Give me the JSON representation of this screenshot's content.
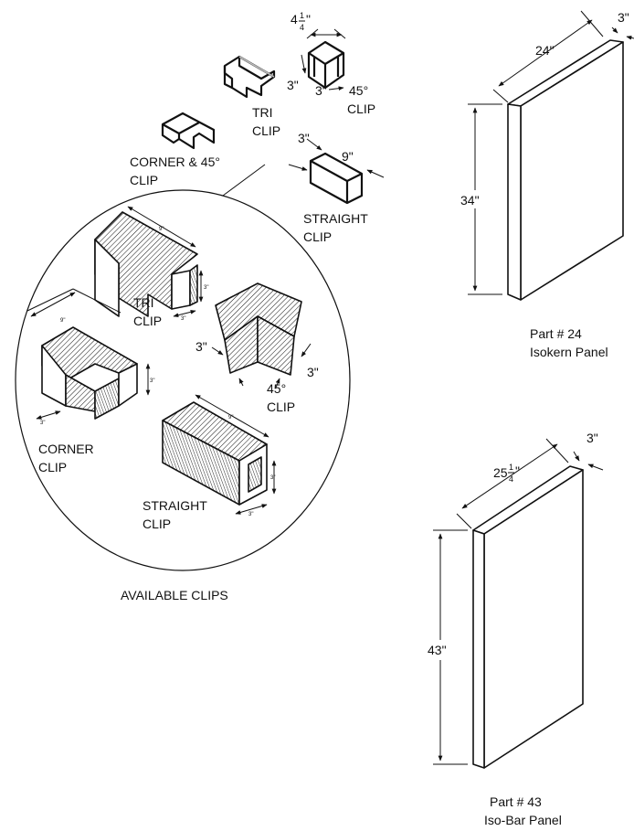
{
  "top_clips": {
    "clip45": {
      "label_line1": "45°",
      "label_line2": "CLIP",
      "dim_top": "4",
      "dim_top_frac_n": "1",
      "dim_top_frac_d": "4",
      "dim_top_unit": "\"",
      "dim_left": "3\"",
      "dim_bottom": "3\""
    },
    "tri": {
      "label_line1": "TRI",
      "label_line2": "CLIP"
    },
    "corner": {
      "label_line1": "CORNER & 45°",
      "label_line2": "CLIP"
    },
    "straight": {
      "label_line1": "STRAIGHT",
      "label_line2": "CLIP",
      "dim_a": "3\"",
      "dim_b": "9\""
    }
  },
  "detail": {
    "tri": {
      "label_line1": "TRI",
      "label_line2": "CLIP",
      "dim_len": "9\"",
      "dim_h": "3\"",
      "dim_w": "3\""
    },
    "clip45": {
      "label_line1": "45°",
      "label_line2": "CLIP",
      "dim_left": "3\"",
      "dim_right": "3\""
    },
    "corner": {
      "label_line1": "CORNER",
      "label_line2": "CLIP",
      "dim_len": "9\"",
      "dim_h": "3\"",
      "dim_w": "3\""
    },
    "straight": {
      "label_line1": "STRAIGHT",
      "label_line2": "CLIP",
      "dim_len": "9\"",
      "dim_h": "3\"",
      "dim_w": "3\""
    }
  },
  "caption": "AVAILABLE  CLIPS",
  "panel24": {
    "width": "24\"",
    "depth": "3\"",
    "height": "34\"",
    "part": "Part # 24",
    "name": "Isokern Panel"
  },
  "panel43": {
    "width_whole": "25",
    "width_frac_n": "1",
    "width_frac_d": "4",
    "width_unit": "\"",
    "depth": "3\"",
    "height": "43\"",
    "part": "Part # 43",
    "name": "Iso-Bar Panel"
  }
}
